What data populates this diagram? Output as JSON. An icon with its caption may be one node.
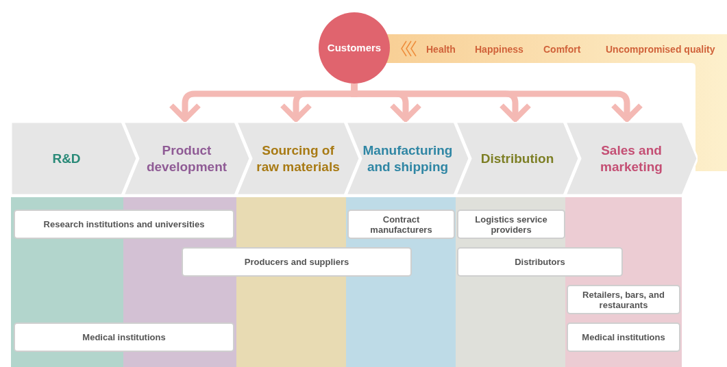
{
  "diagram": {
    "nodes": [
      {
        "text": [
          "Customers"
        ]
      },
      {
        "text": [
          "Health",
          "Happiness",
          "Comfort",
          "Uncompromised quality"
        ]
      },
      {
        "text": [
          "R&D"
        ]
      },
      {
        "text": [
          "Product development"
        ]
      },
      {
        "text": [
          "Sourcing of raw materials"
        ]
      },
      {
        "text": [
          "Manufacturing and shipping"
        ]
      },
      {
        "text": [
          "Distribution"
        ]
      },
      {
        "text": [
          "Sales and marketing"
        ]
      },
      {
        "text": [
          "Research institutions and universities"
        ]
      },
      {
        "text": [
          "Contract manufacturers"
        ]
      },
      {
        "text": [
          "Logistics service providers"
        ]
      },
      {
        "text": [
          "Producers and suppliers"
        ]
      },
      {
        "text": [
          "Distributors"
        ]
      },
      {
        "text": [
          "Retailers, bars, and restaurants"
        ]
      },
      {
        "text": [
          "Medical institutions"
        ]
      },
      {
        "text": [
          "Medical institutions"
        ]
      }
    ],
    "edges": [
      {
        "from": 0,
        "to": 3,
        "arrow": "to"
      },
      {
        "from": 0,
        "to": 4,
        "arrow": "to"
      },
      {
        "from": 0,
        "to": 5,
        "arrow": "to"
      },
      {
        "from": 0,
        "to": 6,
        "arrow": "to"
      },
      {
        "from": 0,
        "to": 7,
        "arrow": "to"
      }
    ]
  }
}
